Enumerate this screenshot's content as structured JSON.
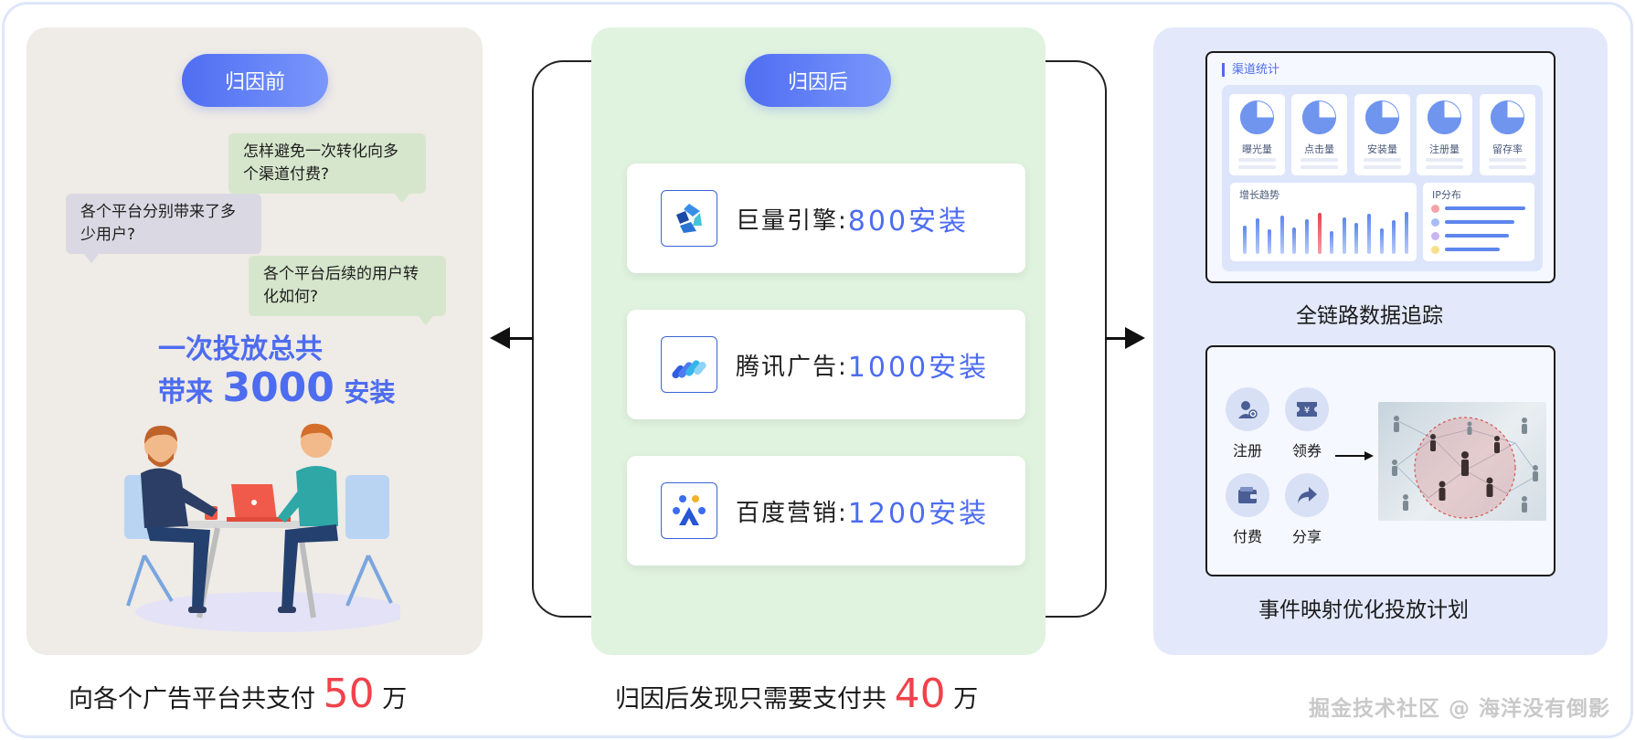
{
  "left_panel": {
    "pill_label": "归因前",
    "questions": [
      "怎样避免一次转化向多个渠道付费?",
      "各个平台分别带来了多少用户?",
      "各个平台后续的用户转化如何?"
    ],
    "headline_line1": "一次投放总共",
    "headline_prefix": "带来",
    "headline_number": "3000",
    "headline_unit": "安装",
    "caption_prefix": "向各个广告平台共支付",
    "caption_number": "50",
    "caption_unit": "万"
  },
  "middle_panel": {
    "pill_label": "归因后",
    "platforms": [
      {
        "name": "巨量引擎:",
        "value": "800安装",
        "icon": "ocean-engine-logo"
      },
      {
        "name": "腾讯广告:",
        "value": "1000安装",
        "icon": "tencent-ads-logo"
      },
      {
        "name": "百度营销:",
        "value": "1200安装",
        "icon": "baidu-marketing-logo"
      }
    ],
    "caption_prefix": "归因后发现只需要支付共",
    "caption_number": "40",
    "caption_unit": "万"
  },
  "right_panel": {
    "dashboard": {
      "title": "渠道统计",
      "metrics": [
        "曝光量",
        "点击量",
        "安装量",
        "注册量",
        "留存率"
      ],
      "trend_title": "增长趋势",
      "trend_bars": [
        55,
        70,
        48,
        75,
        52,
        68,
        80,
        45,
        72,
        60,
        78,
        50,
        66,
        82
      ],
      "trend_highlight_index": 6,
      "ip_title": "IP分布",
      "ip_dot_colors": [
        "#f5a3a8",
        "#a7bdf7",
        "#c9b3f0",
        "#f7e08a"
      ]
    },
    "dashboard_caption": "全链路数据追踪",
    "events": [
      {
        "label": "注册",
        "icon": "user-add-icon"
      },
      {
        "label": "领券",
        "icon": "coupon-icon"
      },
      {
        "label": "付费",
        "icon": "wallet-icon"
      },
      {
        "label": "分享",
        "icon": "share-icon"
      }
    ],
    "events_caption": "事件映射优化投放计划"
  },
  "watermark": "掘金技术社区 @ 海洋没有倒影",
  "colors": {
    "accent_blue": "#4d6cf0",
    "accent_red": "#f0424a",
    "left_bg": "#efebe6",
    "mid_bg": "#e0f3df",
    "right_bg": "#e3e9fb"
  }
}
